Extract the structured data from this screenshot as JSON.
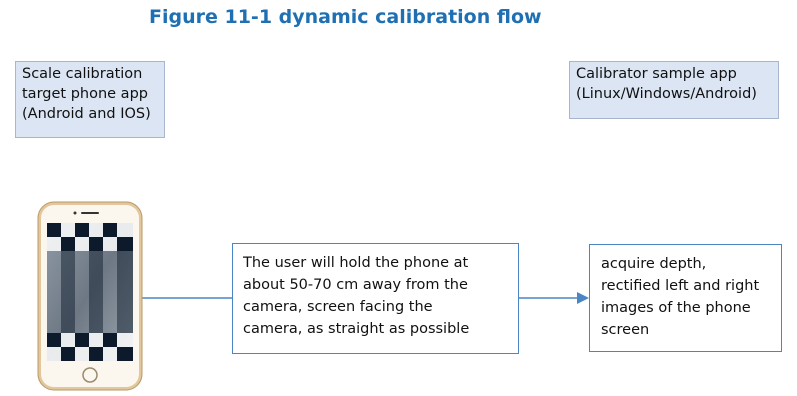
{
  "title": "Figure 11-1 dynamic calibration flow",
  "left_tag": "Scale calibration\ntarget phone app\n(Android and IOS)",
  "right_tag": "Calibrator sample app\n(Linux/Windows/Android)",
  "middle_box": "The user will hold the phone at\nabout 50-70 cm away from the\ncamera, screen facing the\ncamera, as straight as possible",
  "right_box": "acquire depth,\nrectified left and right\nimages of the phone\nscreen",
  "colors": {
    "title": "#1f6fb3",
    "tag_fill": "#dbe5f3",
    "box_border": "#4a86c5",
    "phone_gold": "#e2c79c"
  }
}
